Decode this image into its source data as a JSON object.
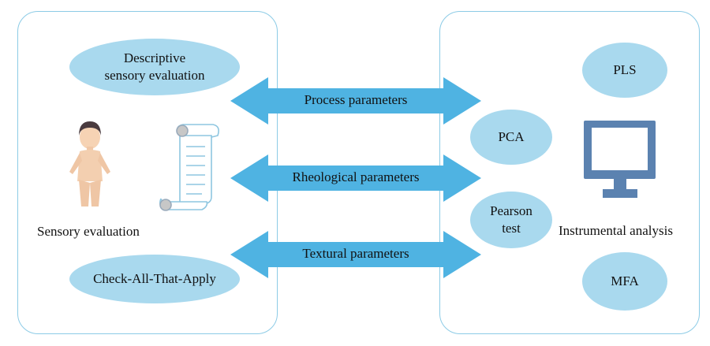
{
  "left_panel": {
    "descriptive_line1": "Descriptive",
    "descriptive_line2": "sensory evaluation",
    "sensory_label": "Sensory evaluation",
    "cata_label": "Check-All-That-Apply"
  },
  "arrows": {
    "process": "Process parameters",
    "rheological": "Rheological parameters",
    "textural": "Textural parameters"
  },
  "right_panel": {
    "pls": "PLS",
    "pca": "PCA",
    "pearson_line1": "Pearson",
    "pearson_line2": "test",
    "mfa": "MFA",
    "instrumental_label": "Instrumental analysis"
  },
  "colors": {
    "panel_border": "#8ccbe6",
    "ellipse_fill": "#a9d9ee",
    "arrow_fill": "#4fb3e2",
    "monitor": "#5b82b0"
  },
  "icons": [
    "person-figure-icon",
    "scroll-document-icon",
    "computer-monitor-icon"
  ]
}
